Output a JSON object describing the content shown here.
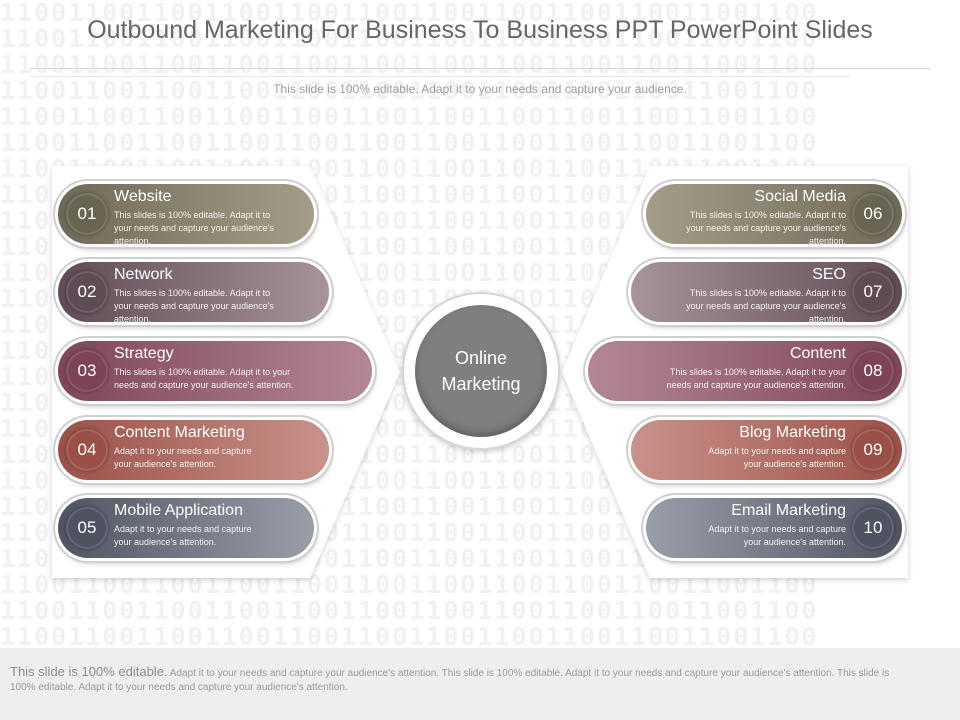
{
  "slide": {
    "title": "Outbound Marketing For Business To Business PPT PowerPoint Slides",
    "subtitle": "This slide is 100% editable. Adapt it to your needs and capture your audience."
  },
  "center": {
    "label_line1": "Online",
    "label_line2": "Marketing"
  },
  "items_left": [
    {
      "number": "01",
      "title": "Website",
      "desc_line1": "This slides is 100% editable. Adapt it to",
      "desc_line2": "your needs and capture your audience's",
      "desc_line3": "attention."
    },
    {
      "number": "02",
      "title": "Network",
      "desc_line1": "This slides is 100% editable. Adapt it to",
      "desc_line2": "your needs and capture your audience's",
      "desc_line3": "attention."
    },
    {
      "number": "03",
      "title": "Strategy",
      "desc_line1": "This slides is 100% editable. Adapt it to your",
      "desc_line2": "needs and capture your audience's attention.",
      "desc_line3": ""
    },
    {
      "number": "04",
      "title": "Content Marketing",
      "desc_line1": "Adapt it to your needs and capture",
      "desc_line2": "your audience's attention.",
      "desc_line3": ""
    },
    {
      "number": "05",
      "title": "Mobile Application",
      "desc_line1": "Adapt it to your needs and capture",
      "desc_line2": "your audience's attention.",
      "desc_line3": ""
    }
  ],
  "items_right": [
    {
      "number": "06",
      "title": "Social Media",
      "desc_line1": "This slides is 100% editable. Adapt it to",
      "desc_line2": "your needs and capture your audience's",
      "desc_line3": "attention."
    },
    {
      "number": "07",
      "title": "SEO",
      "desc_line1": "This slides is 100% editable. Adapt it to",
      "desc_line2": "your needs and capture your audience's",
      "desc_line3": "attention."
    },
    {
      "number": "08",
      "title": "Content",
      "desc_line1": "This slides is 100% editable. Adapt it to your",
      "desc_line2": "needs and capture your audience's attention.",
      "desc_line3": ""
    },
    {
      "number": "09",
      "title": "Blog Marketing",
      "desc_line1": "Adapt it to your needs and capture",
      "desc_line2": "your audience's attention.",
      "desc_line3": ""
    },
    {
      "number": "10",
      "title": "Email Marketing",
      "desc_line1": "Adapt it to your needs and capture",
      "desc_line2": "your audience's attention.",
      "desc_line3": ""
    }
  ],
  "colors": {
    "website": "#7b7561",
    "network": "#6b5660",
    "strategy": "#8d5566",
    "content_marketing": "#a65f58",
    "mobile_application": "#595e6b",
    "social_media": "#7d7867",
    "seo": "#6b5a62",
    "content": "#8d5365",
    "blog_marketing": "#a6615b",
    "email_marketing": "#5a5f6c",
    "center": "#7f7f7f"
  },
  "footer": {
    "lead": "This slide is 100% editable.",
    "line1": "Adapt it to your needs and capture your audience's attention. This slide is 100% editable. Adapt it to your needs and capture your",
    "line2": "audience's attention. This slide is 100% editable. Adapt it to your needs and capture your audience's attention."
  }
}
